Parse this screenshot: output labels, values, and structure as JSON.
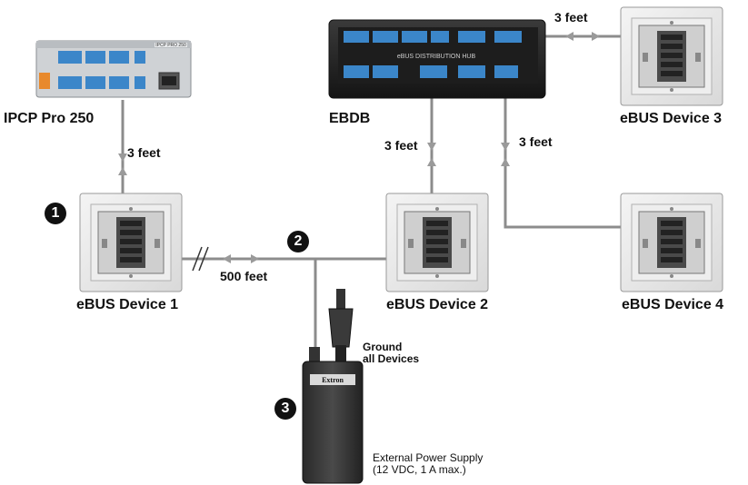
{
  "labels": {
    "ipcp": "IPCP Pro 250",
    "ebdb": "EBDB",
    "device1": "eBUS Device 1",
    "device2": "eBUS Device 2",
    "device3": "eBUS Device 3",
    "device4": "eBUS Device 4",
    "cable_ipcp": "3 feet",
    "cable_hub_dev2": "3 feet",
    "cable_hub_dev3": "3 feet",
    "cable_hub_dev4": "3 feet",
    "cable_long": "500 feet",
    "ground": "Ground\nall Devices",
    "power_supply": "External Power Supply\n(12 VDC, 1 A max.)",
    "hub_title": "eBUS DISTRIBUTION HUB",
    "psu_brand": "Extron",
    "ipcp_badge": "IPCP PRO 250"
  },
  "markers": [
    "1",
    "2",
    "3"
  ],
  "colors": {
    "cable": "#8c8c8c",
    "hub_body": "#2b2b2b",
    "connector": "#3b86c9",
    "psu_body": "#3a3a3a",
    "ipcp_face": "#cfd2d5",
    "ipcp_orange": "#e8892c"
  }
}
